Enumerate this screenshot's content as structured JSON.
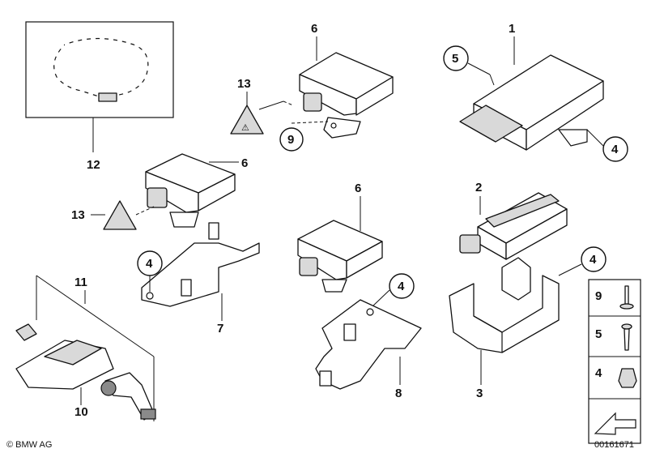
{
  "labels": {
    "p1": "1",
    "p2": "2",
    "p3": "3",
    "p4": "4",
    "p5": "5",
    "p6": "6",
    "p7": "7",
    "p8": "8",
    "p9": "9",
    "p10": "10",
    "p11": "11",
    "p12": "12",
    "p13": "13"
  },
  "legend": {
    "item_9": "9",
    "item_5": "5",
    "item_4": "4"
  },
  "footer": {
    "copyright": "© BMW AG",
    "diagram_number": "00161671"
  }
}
